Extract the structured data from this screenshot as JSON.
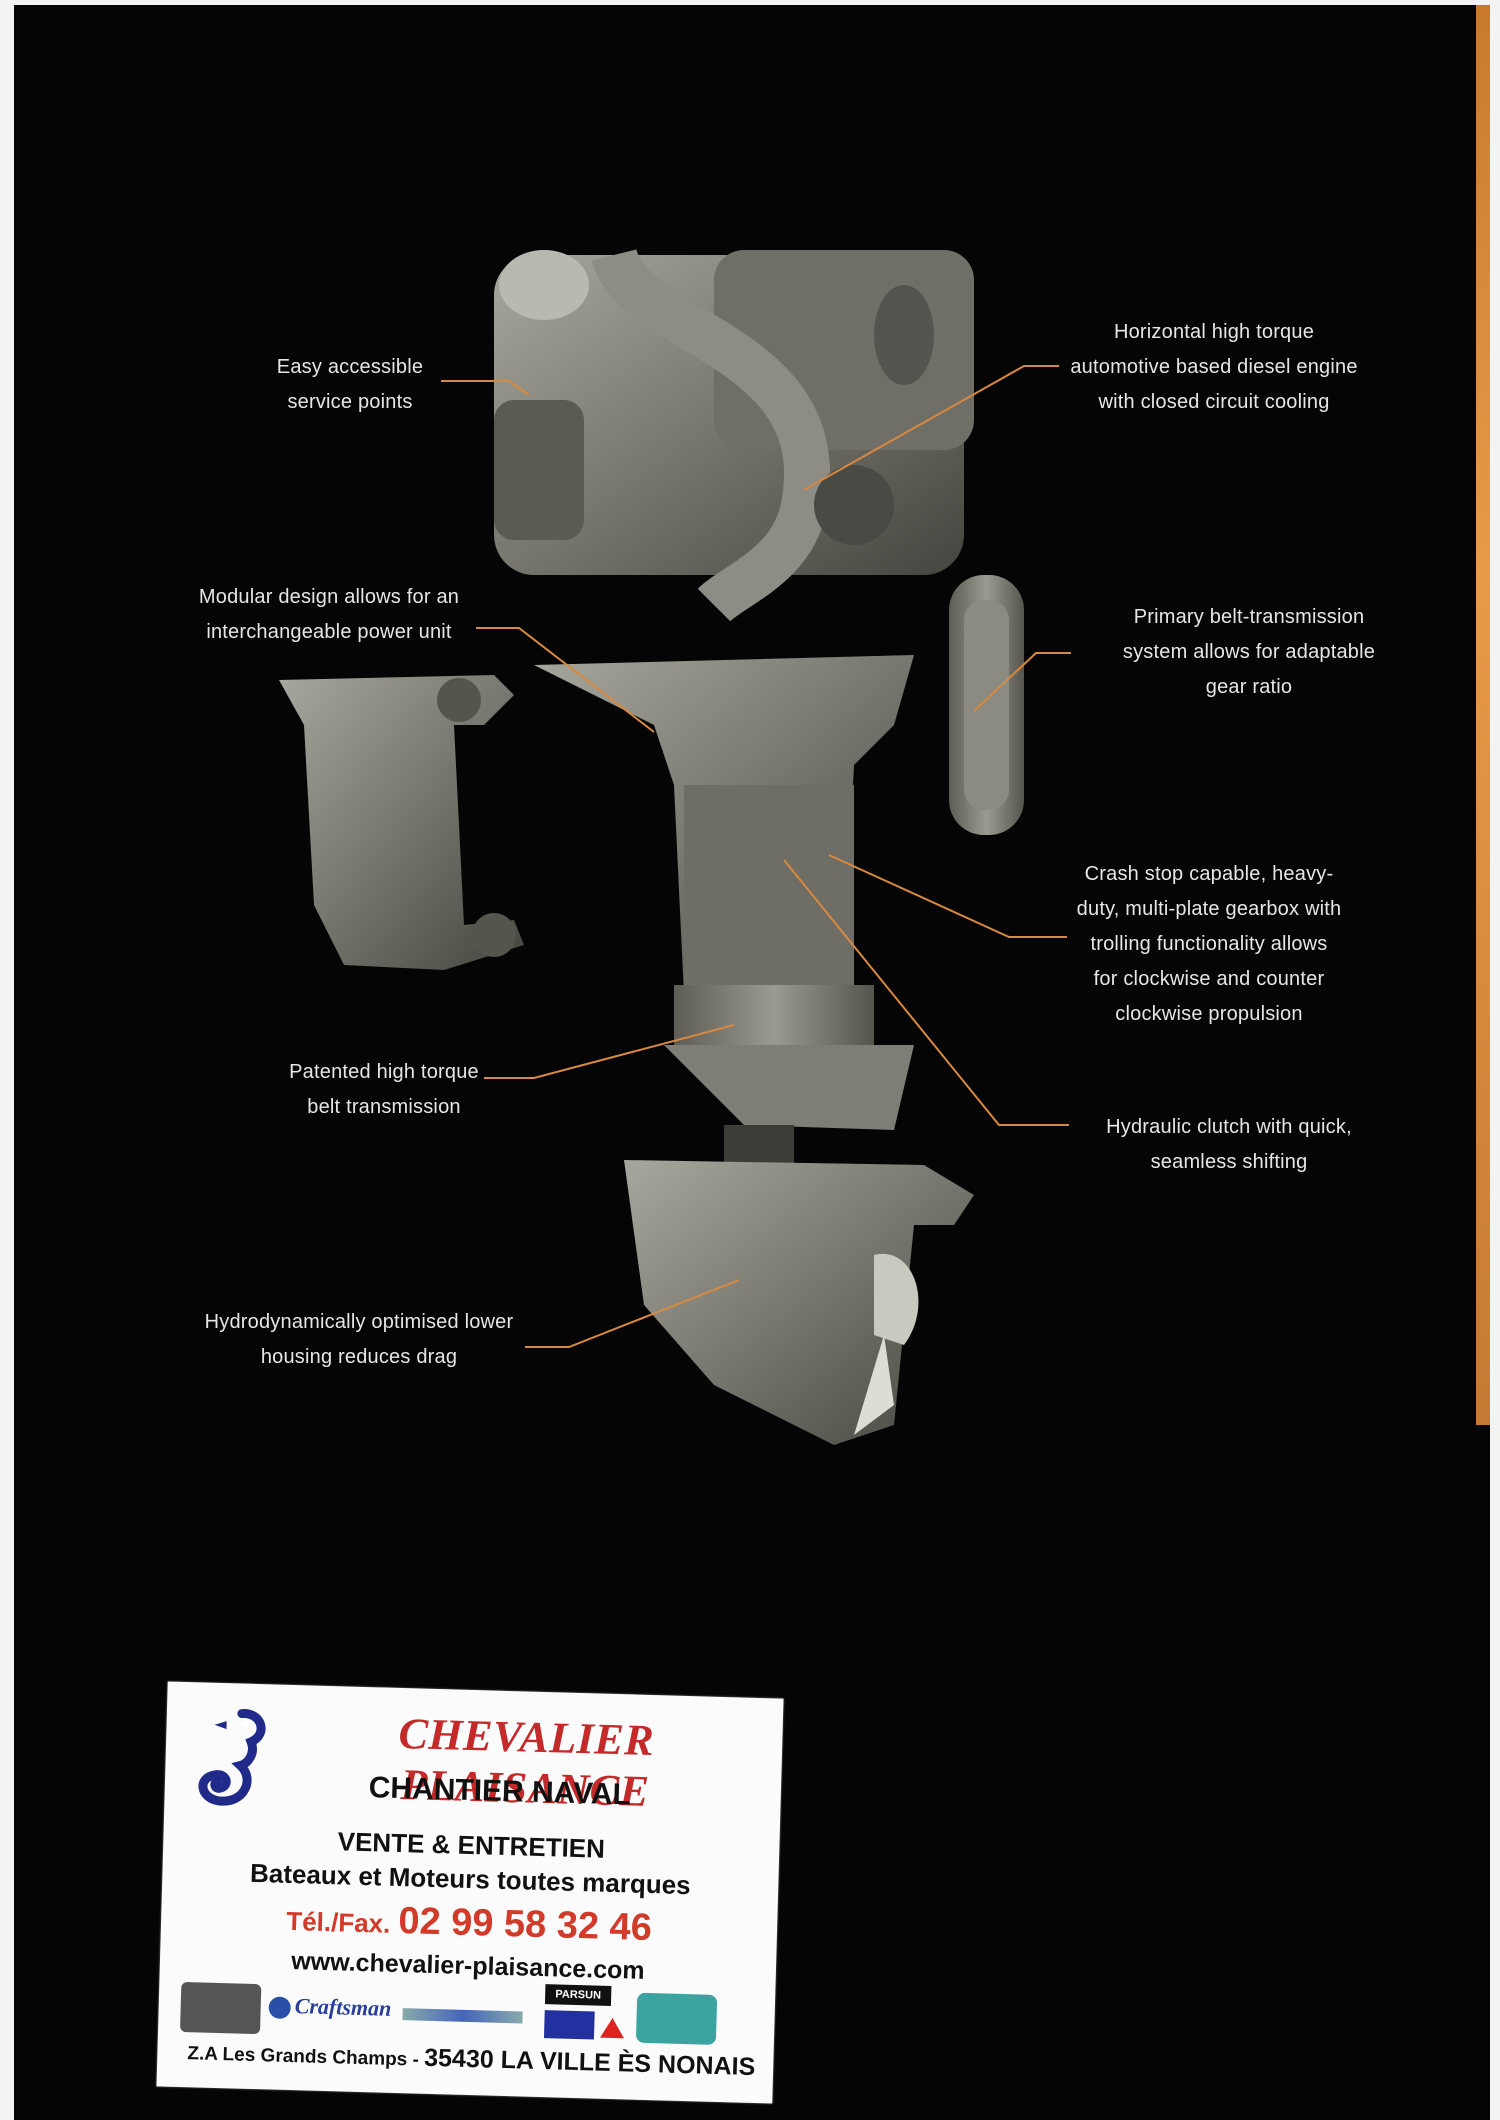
{
  "callouts": {
    "service_points": "Easy accessible\nservice points",
    "engine": "Horizontal high torque\nautomotive based diesel engine\nwith closed circuit cooling",
    "modular": "Modular design allows for an\ninterchangeable power unit",
    "primary_belt": "Primary belt-transmission\nsystem allows for adaptable\ngear ratio",
    "gearbox": "Crash stop capable, heavy-\nduty, multi-plate gearbox with\ntrolling functionality allows\nfor clockwise and counter\nclockwise propulsion",
    "patented_belt": "Patented high torque\nbelt transmission",
    "clutch": "Hydraulic clutch with quick,\nseamless shifting",
    "lower_housing": "Hydrodynamically optimised lower\nhousing reduces drag"
  },
  "flyer": {
    "brand": "CHEVALIER PLAISANCE",
    "subtitle": "CHANTIER NAVAL",
    "line1": "VENTE & ENTRETIEN",
    "line2": "Bateaux et Moteurs toutes marques",
    "phone_label": "Tél./Fax.",
    "phone_number": "02 99 58 32 46",
    "website": "www.chevalier-plaisance.com",
    "address_street": "Z.A Les Grands Champs - ",
    "address_city": "35430 LA VILLE ÈS NONAIS",
    "logos": {
      "craftsman": "Craftsman",
      "parsun": "PARSUN"
    }
  },
  "colors": {
    "background": "#050505",
    "callout_line": "#d9893f",
    "callout_text": "#e6e6e6",
    "brand_red": "#c42a2a",
    "phone_red": "#d23a2a"
  }
}
